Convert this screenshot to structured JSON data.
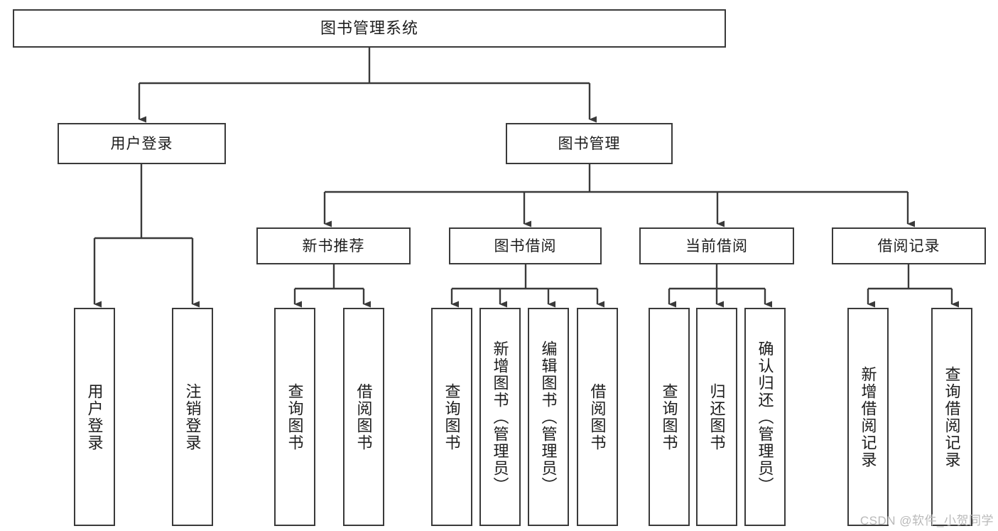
{
  "diagram": {
    "title": "图书管理系统",
    "type": "tree",
    "root": {
      "label": "图书管理系统"
    },
    "level2": [
      {
        "label": "用户登录"
      },
      {
        "label": "图书管理"
      }
    ],
    "level3": [
      {
        "label": "新书推荐",
        "parent": "图书管理"
      },
      {
        "label": "图书借阅",
        "parent": "图书管理"
      },
      {
        "label": "当前借阅",
        "parent": "图书管理"
      },
      {
        "label": "借阅记录",
        "parent": "图书管理"
      }
    ],
    "leaves": [
      {
        "label": "用户登录",
        "parent": "用户登录"
      },
      {
        "label": "注销登录",
        "parent": "用户登录"
      },
      {
        "label": "查询图书",
        "parent": "新书推荐"
      },
      {
        "label": "借阅图书",
        "parent": "新书推荐"
      },
      {
        "label": "查询图书",
        "parent": "图书借阅"
      },
      {
        "label": "新增图书（管理员）",
        "parent": "图书借阅"
      },
      {
        "label": "编辑图书（管理员）",
        "parent": "图书借阅"
      },
      {
        "label": "借阅图书",
        "parent": "图书借阅"
      },
      {
        "label": "查询图书",
        "parent": "当前借阅"
      },
      {
        "label": "归还图书",
        "parent": "当前借阅"
      },
      {
        "label": "确认归还（管理员）",
        "parent": "当前借阅"
      },
      {
        "label": "新增借阅记录",
        "parent": "借阅记录"
      },
      {
        "label": "查询借阅记录",
        "parent": "借阅记录"
      }
    ]
  },
  "watermark": {
    "text": "CSDN @软件_小贺同学"
  },
  "colors": {
    "stroke": "#3a3a3a",
    "background": "#ffffff",
    "text": "#1d1d1d",
    "watermark": "#b9b9b9"
  }
}
